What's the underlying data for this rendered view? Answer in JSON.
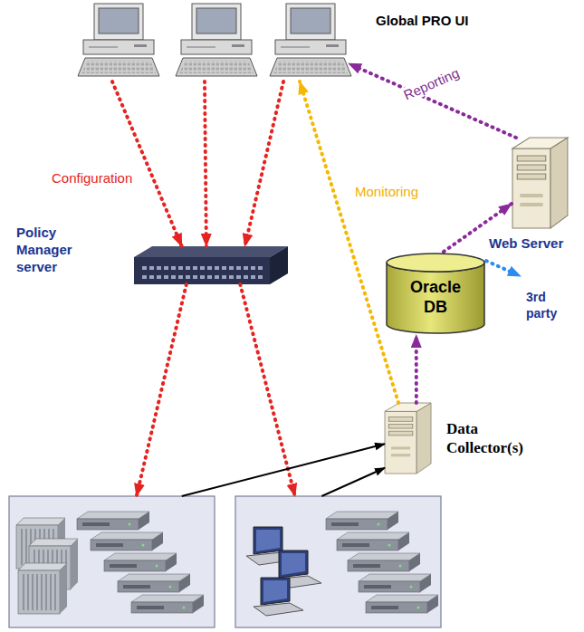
{
  "diagram": {
    "nodes": [
      {
        "text": [
          "Global PRO UI"
        ]
      },
      {
        "text": [
          "Policy Manager server"
        ]
      },
      {
        "text": [
          "Web Server"
        ]
      },
      {
        "text": [
          "Oracle DB"
        ]
      },
      {
        "text": [
          "3rd party"
        ]
      },
      {
        "text": [
          "Data Collector(s)"
        ]
      },
      {
        "text": []
      },
      {
        "text": []
      }
    ],
    "edges": [
      {
        "from": 0,
        "to": 1,
        "arrow": "to",
        "label": "Configuration"
      },
      {
        "from": 0,
        "to": 1,
        "arrow": "to"
      },
      {
        "from": 0,
        "to": 1,
        "arrow": "to"
      },
      {
        "from": 1,
        "to": 6,
        "arrow": "to"
      },
      {
        "from": 1,
        "to": 7,
        "arrow": "to"
      },
      {
        "from": 6,
        "to": 5,
        "arrow": "to"
      },
      {
        "from": 7,
        "to": 5,
        "arrow": "to"
      },
      {
        "from": 5,
        "to": 0,
        "arrow": "to",
        "label": "Monitoring"
      },
      {
        "from": 5,
        "to": 3,
        "arrow": "to"
      },
      {
        "from": 3,
        "to": 2,
        "arrow": "to"
      },
      {
        "from": 2,
        "to": 0,
        "arrow": "to",
        "label": "Reporting"
      },
      {
        "from": 3,
        "to": 4,
        "arrow": "to"
      }
    ]
  }
}
